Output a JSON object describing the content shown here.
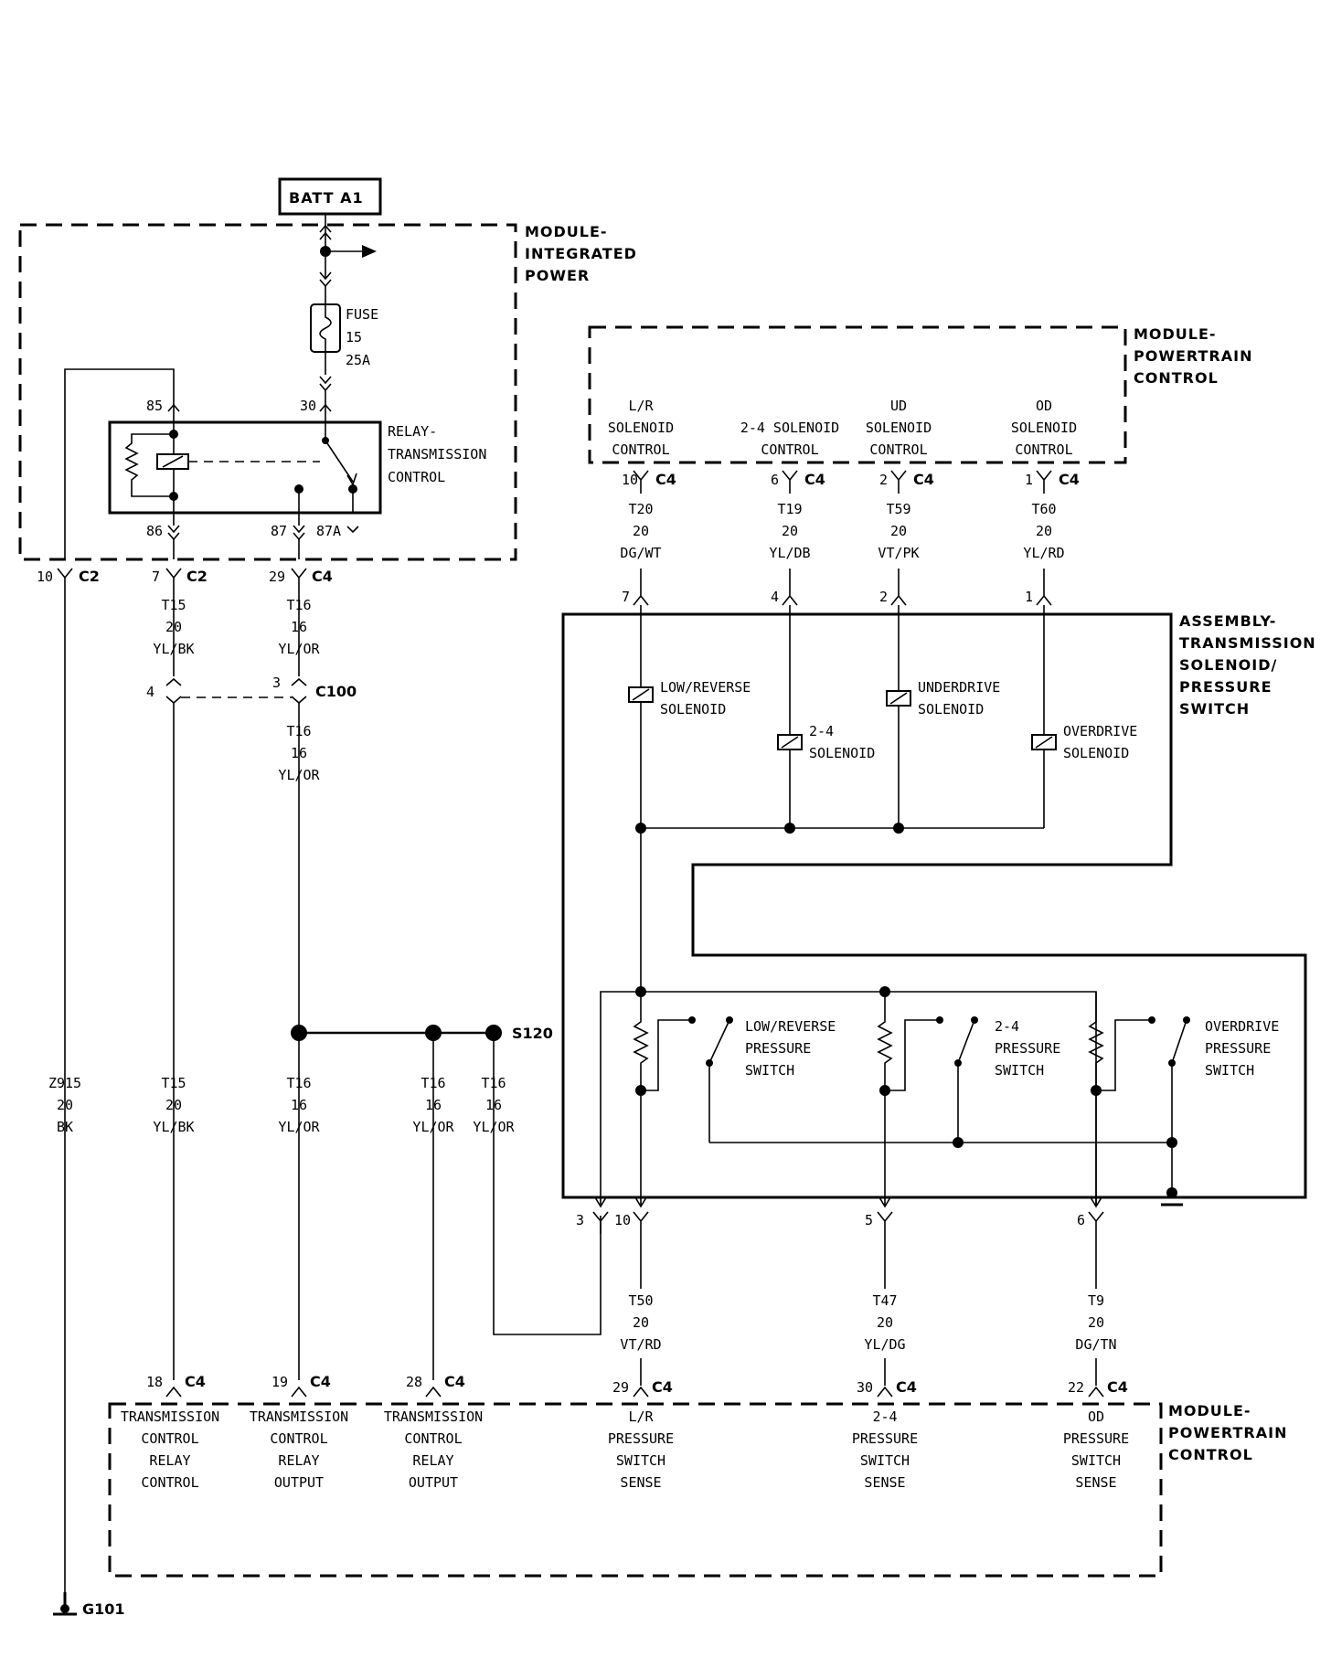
{
  "power_source": "BATT A1",
  "modules": {
    "integrated_power": [
      "MODULE-",
      "INTEGRATED",
      "POWER"
    ],
    "pcm_top": [
      "MODULE-",
      "POWERTRAIN",
      "CONTROL"
    ],
    "pcm_bottom": [
      "MODULE-",
      "POWERTRAIN",
      "CONTROL"
    ],
    "assembly": [
      "ASSEMBLY-",
      "TRANSMISSION",
      "SOLENOID/",
      "PRESSURE",
      "SWITCH"
    ]
  },
  "fuse": [
    "FUSE",
    "15",
    "25A"
  ],
  "relay": {
    "label": [
      "RELAY-",
      "TRANSMISSION",
      "CONTROL"
    ],
    "pins": {
      "p85": "85",
      "p30": "30",
      "p86": "86",
      "p87": "87",
      "p87a": "87A"
    }
  },
  "pcm_top_circuits": [
    {
      "lines": [
        "L/R",
        "SOLENOID",
        "CONTROL"
      ],
      "pin": "10",
      "conn": "C4",
      "wire": [
        "T20",
        "20",
        "DG/WT"
      ],
      "asm_pin": "7"
    },
    {
      "lines": [
        "2-4 SOLENOID",
        "CONTROL"
      ],
      "pin": "6",
      "conn": "C4",
      "wire": [
        "T19",
        "20",
        "YL/DB"
      ],
      "asm_pin": "4"
    },
    {
      "lines": [
        "UD",
        "SOLENOID",
        "CONTROL"
      ],
      "pin": "2",
      "conn": "C4",
      "wire": [
        "T59",
        "20",
        "VT/PK"
      ],
      "asm_pin": "2"
    },
    {
      "lines": [
        "OD",
        "SOLENOID",
        "CONTROL"
      ],
      "pin": "1",
      "conn": "C4",
      "wire": [
        "T60",
        "20",
        "YL/RD"
      ],
      "asm_pin": "1"
    }
  ],
  "solenoids": [
    [
      "LOW/REVERSE",
      "SOLENOID"
    ],
    [
      "2-4",
      "SOLENOID"
    ],
    [
      "UNDERDRIVE",
      "SOLENOID"
    ],
    [
      "OVERDRIVE",
      "SOLENOID"
    ]
  ],
  "pressure_switches": [
    [
      "LOW/REVERSE",
      "PRESSURE",
      "SWITCH"
    ],
    [
      "2-4",
      "PRESSURE",
      "SWITCH"
    ],
    [
      "OVERDRIVE",
      "PRESSURE",
      "SWITCH"
    ]
  ],
  "left_connectors": {
    "c2a": {
      "pin": "10",
      "conn": "C2"
    },
    "c2b": {
      "pin": "7",
      "conn": "C2"
    },
    "c4a": {
      "pin": "29",
      "conn": "C4"
    },
    "c100": {
      "pin_a": "4",
      "pin_b": "3",
      "conn": "C100"
    }
  },
  "wires": {
    "t15_upper": [
      "T15",
      "20",
      "YL/BK"
    ],
    "t16_upper": [
      "T16",
      "16",
      "YL/OR"
    ],
    "t16_mid": [
      "T16",
      "16",
      "YL/OR"
    ],
    "z915": [
      "Z915",
      "20",
      "BK"
    ],
    "t15_lower": [
      "T15",
      "20",
      "YL/BK"
    ],
    "t16_a": [
      "T16",
      "16",
      "YL/OR"
    ],
    "t16_b": [
      "T16",
      "16",
      "YL/OR"
    ],
    "t16_c": [
      "T16",
      "16",
      "YL/OR"
    ],
    "t50": [
      "T50",
      "20",
      "VT/RD"
    ],
    "t47": [
      "T47",
      "20",
      "YL/DG"
    ],
    "t9": [
      "T9",
      "20",
      "DG/TN"
    ]
  },
  "splice": "S120",
  "ground": "G101",
  "assembly_bottom_pins": {
    "p3": "3",
    "p10": "10",
    "p5": "5",
    "p6": "6"
  },
  "pcm_bottom_circuits": [
    {
      "pin": "18",
      "conn": "C4",
      "lines": [
        "TRANSMISSION",
        "CONTROL",
        "RELAY",
        "CONTROL"
      ]
    },
    {
      "pin": "19",
      "conn": "C4",
      "lines": [
        "TRANSMISSION",
        "CONTROL",
        "RELAY",
        "OUTPUT"
      ]
    },
    {
      "pin": "28",
      "conn": "C4",
      "lines": [
        "TRANSMISSION",
        "CONTROL",
        "RELAY",
        "OUTPUT"
      ]
    },
    {
      "pin": "29",
      "conn": "C4",
      "lines": [
        "L/R",
        "PRESSURE",
        "SWITCH",
        "SENSE"
      ]
    },
    {
      "pin": "30",
      "conn": "C4",
      "lines": [
        "2-4",
        "PRESSURE",
        "SWITCH",
        "SENSE"
      ]
    },
    {
      "pin": "22",
      "conn": "C4",
      "lines": [
        "OD",
        "PRESSURE",
        "SWITCH",
        "SENSE"
      ]
    }
  ]
}
